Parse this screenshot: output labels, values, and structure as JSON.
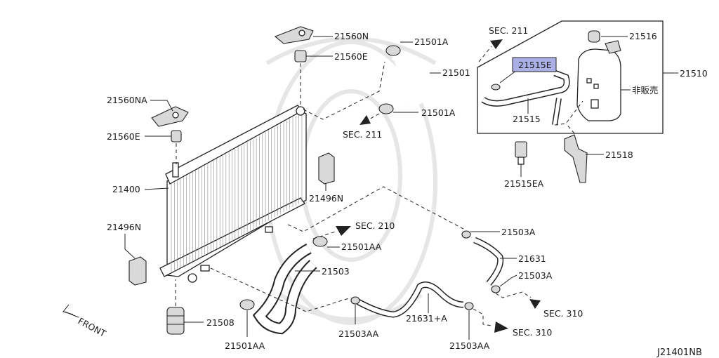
{
  "diagram": {
    "code": "J21401NB",
    "front_label": "FRONT",
    "highlight_color": "#aab0e6",
    "labels": {
      "p21560N": "21560N",
      "p21560E_top": "21560E",
      "p21560NA": "21560NA",
      "p21560E_left": "21560E",
      "p21400": "21400",
      "p21496N_left": "21496N",
      "p21496N_mid": "21496N",
      "p21508": "21508",
      "p21501AA_bottom": "21501AA",
      "p21501AA_mid": "21501AA",
      "p21503": "21503",
      "p21503AA_mid": "21503AA",
      "p21631A": "21631+A",
      "p21503AA_right": "21503AA",
      "p21503A_top": "21503A",
      "p21631": "21631",
      "p21503A_mid": "21503A",
      "p21501A_top": "21501A",
      "p21501": "21501",
      "p21501A_low": "21501A",
      "p21515E": "21515E",
      "p21515": "21515",
      "p21516": "21516",
      "p21510": "21510",
      "not_for_sale": "非販売",
      "p21518": "21518",
      "p21515EA": "21515EA"
    },
    "refs": {
      "sec211_top": "SEC. 211",
      "sec211_mid": "SEC. 211",
      "sec210": "SEC. 210",
      "sec310_top": "SEC. 310",
      "sec310_bottom": "SEC. 310"
    }
  }
}
